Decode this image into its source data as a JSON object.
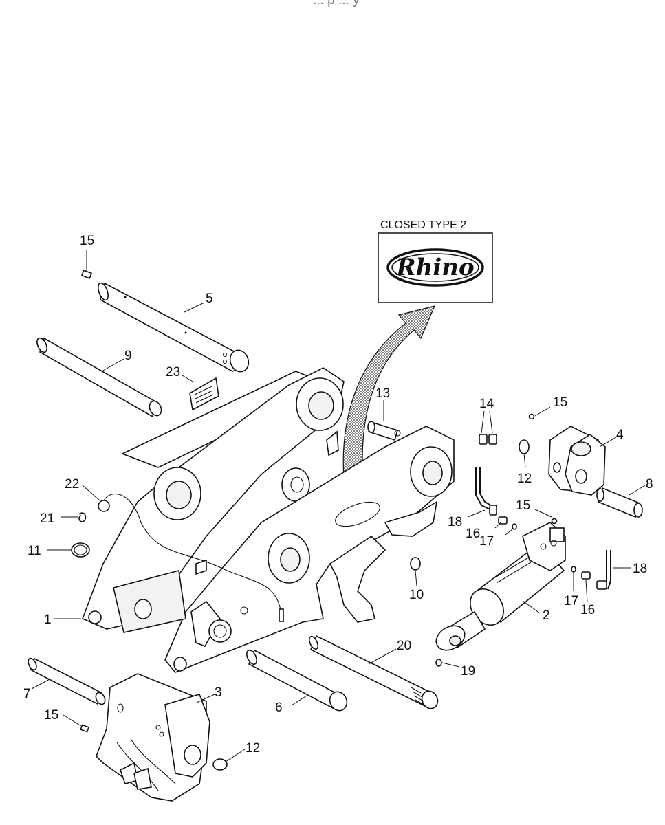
{
  "header": {
    "cropped_text": "... p ... y"
  },
  "logo": {
    "caption": "CLOSED TYPE 2",
    "wordmark": "Rhino"
  },
  "callouts": [
    {
      "id": "label-15-top",
      "text": "15"
    },
    {
      "id": "label-5",
      "text": "5"
    },
    {
      "id": "label-9",
      "text": "9"
    },
    {
      "id": "label-23",
      "text": "23"
    },
    {
      "id": "label-13",
      "text": "13"
    },
    {
      "id": "label-14",
      "text": "14"
    },
    {
      "id": "label-15-right",
      "text": "15"
    },
    {
      "id": "label-4",
      "text": "4"
    },
    {
      "id": "label-12-right",
      "text": "12"
    },
    {
      "id": "label-8",
      "text": "8"
    },
    {
      "id": "label-22",
      "text": "22"
    },
    {
      "id": "label-21",
      "text": "21"
    },
    {
      "id": "label-18-left",
      "text": "18"
    },
    {
      "id": "label-16-left",
      "text": "16"
    },
    {
      "id": "label-17-left",
      "text": "17"
    },
    {
      "id": "label-15-mid",
      "text": "15"
    },
    {
      "id": "label-11",
      "text": "11"
    },
    {
      "id": "label-18-right",
      "text": "18"
    },
    {
      "id": "label-10",
      "text": "10"
    },
    {
      "id": "label-17-right",
      "text": "17"
    },
    {
      "id": "label-16-right",
      "text": "16"
    },
    {
      "id": "label-1",
      "text": "1"
    },
    {
      "id": "label-2",
      "text": "2"
    },
    {
      "id": "label-20",
      "text": "20"
    },
    {
      "id": "label-19",
      "text": "19"
    },
    {
      "id": "label-3",
      "text": "3"
    },
    {
      "id": "label-7",
      "text": "7"
    },
    {
      "id": "label-6",
      "text": "6"
    },
    {
      "id": "label-15-bottom",
      "text": "15"
    },
    {
      "id": "label-12-bottom",
      "text": "12"
    }
  ]
}
